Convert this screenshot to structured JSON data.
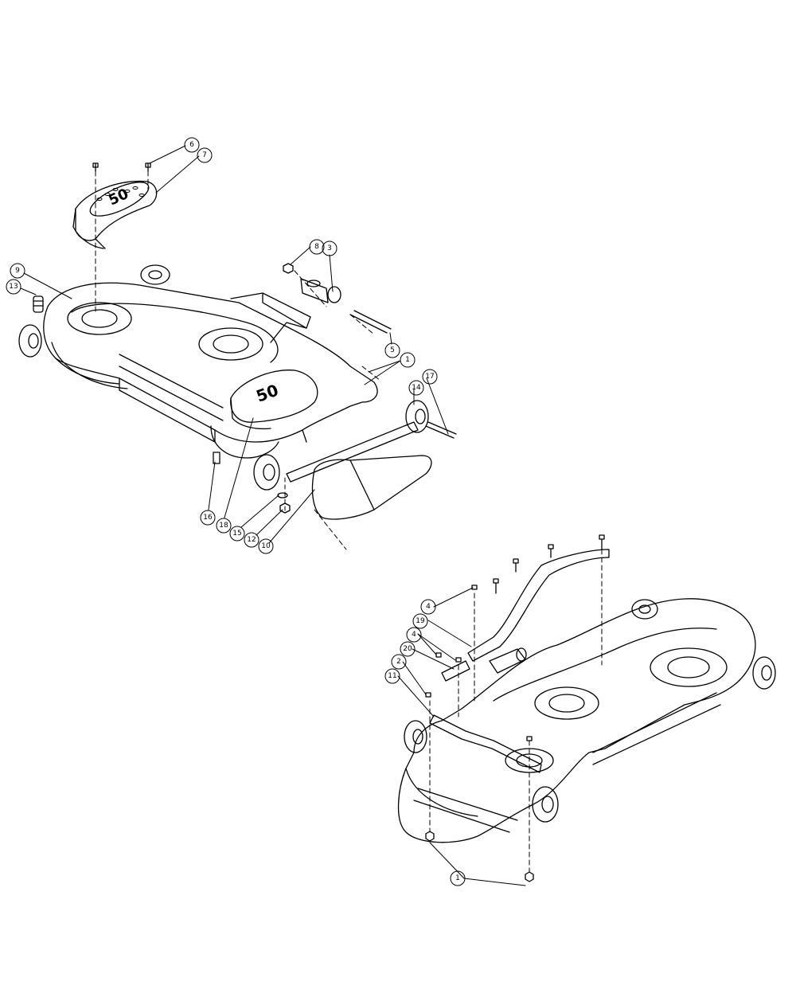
{
  "diagram": {
    "deck_logo_text": "50",
    "callouts_top": [
      {
        "id": "c6",
        "label": "6"
      },
      {
        "id": "c7",
        "label": "7"
      },
      {
        "id": "c8",
        "label": "8"
      },
      {
        "id": "c3",
        "label": "3"
      },
      {
        "id": "c9",
        "label": "9"
      },
      {
        "id": "c13",
        "label": "13"
      },
      {
        "id": "c5",
        "label": "5"
      },
      {
        "id": "c1a",
        "label": "1"
      },
      {
        "id": "c17",
        "label": "17"
      },
      {
        "id": "c14",
        "label": "14"
      },
      {
        "id": "c16",
        "label": "16"
      },
      {
        "id": "c18",
        "label": "18"
      },
      {
        "id": "c15",
        "label": "15"
      },
      {
        "id": "c12",
        "label": "12"
      },
      {
        "id": "c10",
        "label": "10"
      }
    ],
    "callouts_bottom": [
      {
        "id": "c4a",
        "label": "4"
      },
      {
        "id": "c19",
        "label": "19"
      },
      {
        "id": "c4b",
        "label": "4"
      },
      {
        "id": "c20",
        "label": "20"
      },
      {
        "id": "c2",
        "label": "2"
      },
      {
        "id": "c11",
        "label": "11"
      },
      {
        "id": "c1b",
        "label": "1"
      }
    ]
  }
}
